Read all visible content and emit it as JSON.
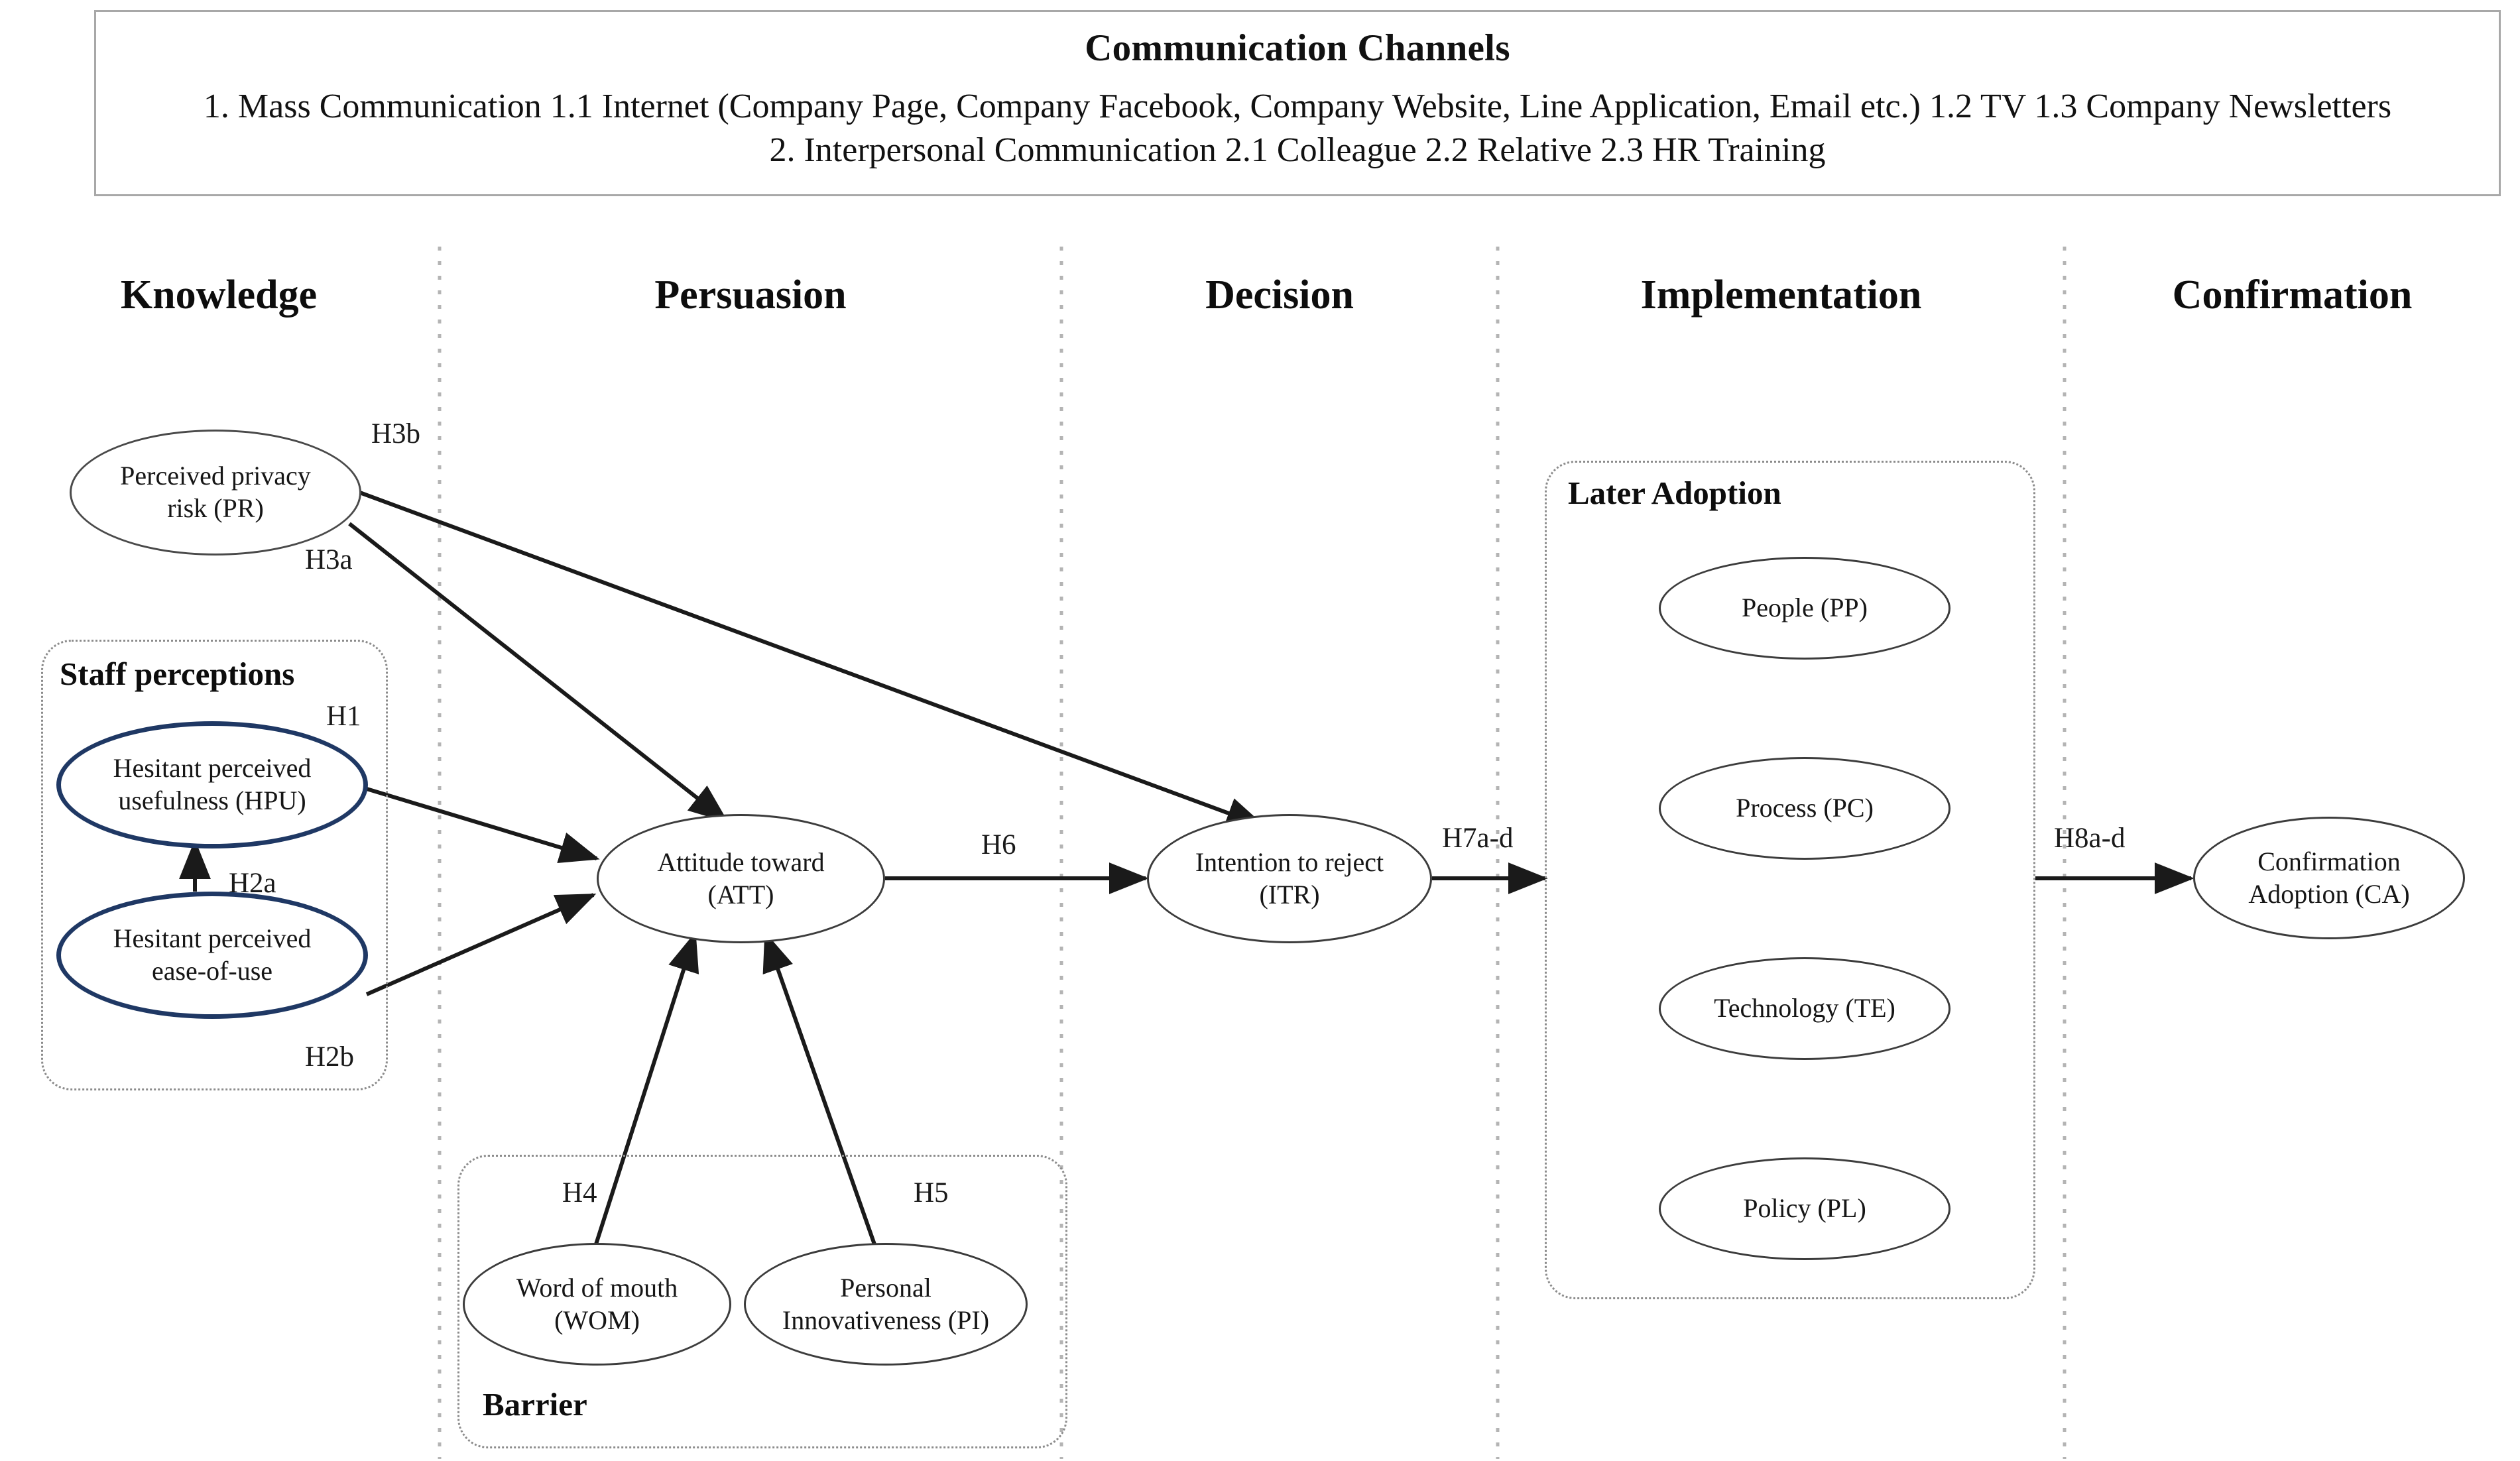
{
  "header": {
    "title": "Communication Channels",
    "lines": [
      "1. Mass Communication 1.1 Internet (Company Page, Company Facebook, Company Website, Line Application, Email etc.) 1.2 TV 1.3 Company Newsletters",
      "2. Interpersonal Communication 2.1 Colleague 2.2 Relative 2.3 HR Training"
    ]
  },
  "stages": [
    {
      "label": "Knowledge"
    },
    {
      "label": "Persuasion"
    },
    {
      "label": "Decision"
    },
    {
      "label": "Implementation"
    },
    {
      "label": "Confirmation"
    }
  ],
  "groups": {
    "staff_perceptions": {
      "title": "Staff perceptions"
    },
    "barrier": {
      "title": "Barrier"
    },
    "later_adoption": {
      "title": "Later Adoption"
    }
  },
  "nodes": {
    "pr": {
      "line1": "Perceived privacy",
      "line2": "risk (PR)"
    },
    "hpu": {
      "line1": "Hesitant perceived",
      "line2": "usefulness (HPU)"
    },
    "hpeou": {
      "line1": "Hesitant perceived",
      "line2": "ease-of-use"
    },
    "att": {
      "line1": "Attitude toward",
      "line2": "(ATT)"
    },
    "itr": {
      "line1": "Intention to reject",
      "line2": "(ITR)"
    },
    "wom": {
      "line1": "Word of mouth",
      "line2": "(WOM)"
    },
    "pi": {
      "line1": "Personal",
      "line2": "Innovativeness (PI)"
    },
    "pp": {
      "line1": "People (PP)",
      "line2": ""
    },
    "pc": {
      "line1": "Process (PC)",
      "line2": ""
    },
    "te": {
      "line1": "Technology (TE)",
      "line2": ""
    },
    "pl": {
      "line1": "Policy (PL)",
      "line2": ""
    },
    "ca": {
      "line1": "Confirmation",
      "line2": "Adoption (CA)"
    }
  },
  "hypotheses": [
    {
      "id": "h1",
      "label": "H1"
    },
    {
      "id": "h2a",
      "label": "H2a"
    },
    {
      "id": "h2b",
      "label": "H2b"
    },
    {
      "id": "h3a",
      "label": "H3a"
    },
    {
      "id": "h3b",
      "label": "H3b"
    },
    {
      "id": "h4",
      "label": "H4"
    },
    {
      "id": "h5",
      "label": "H5"
    },
    {
      "id": "h6",
      "label": "H6"
    },
    {
      "id": "h7ad",
      "label": "H7a-d"
    },
    {
      "id": "h8ad",
      "label": "H8a-d"
    }
  ],
  "colors": {
    "navy_border": "#1f3864",
    "gray_border": "#4a4a4a",
    "divider": "#b0b0b0",
    "arrow": "#1a1a1a",
    "panel_border": "#a8a8a8"
  }
}
